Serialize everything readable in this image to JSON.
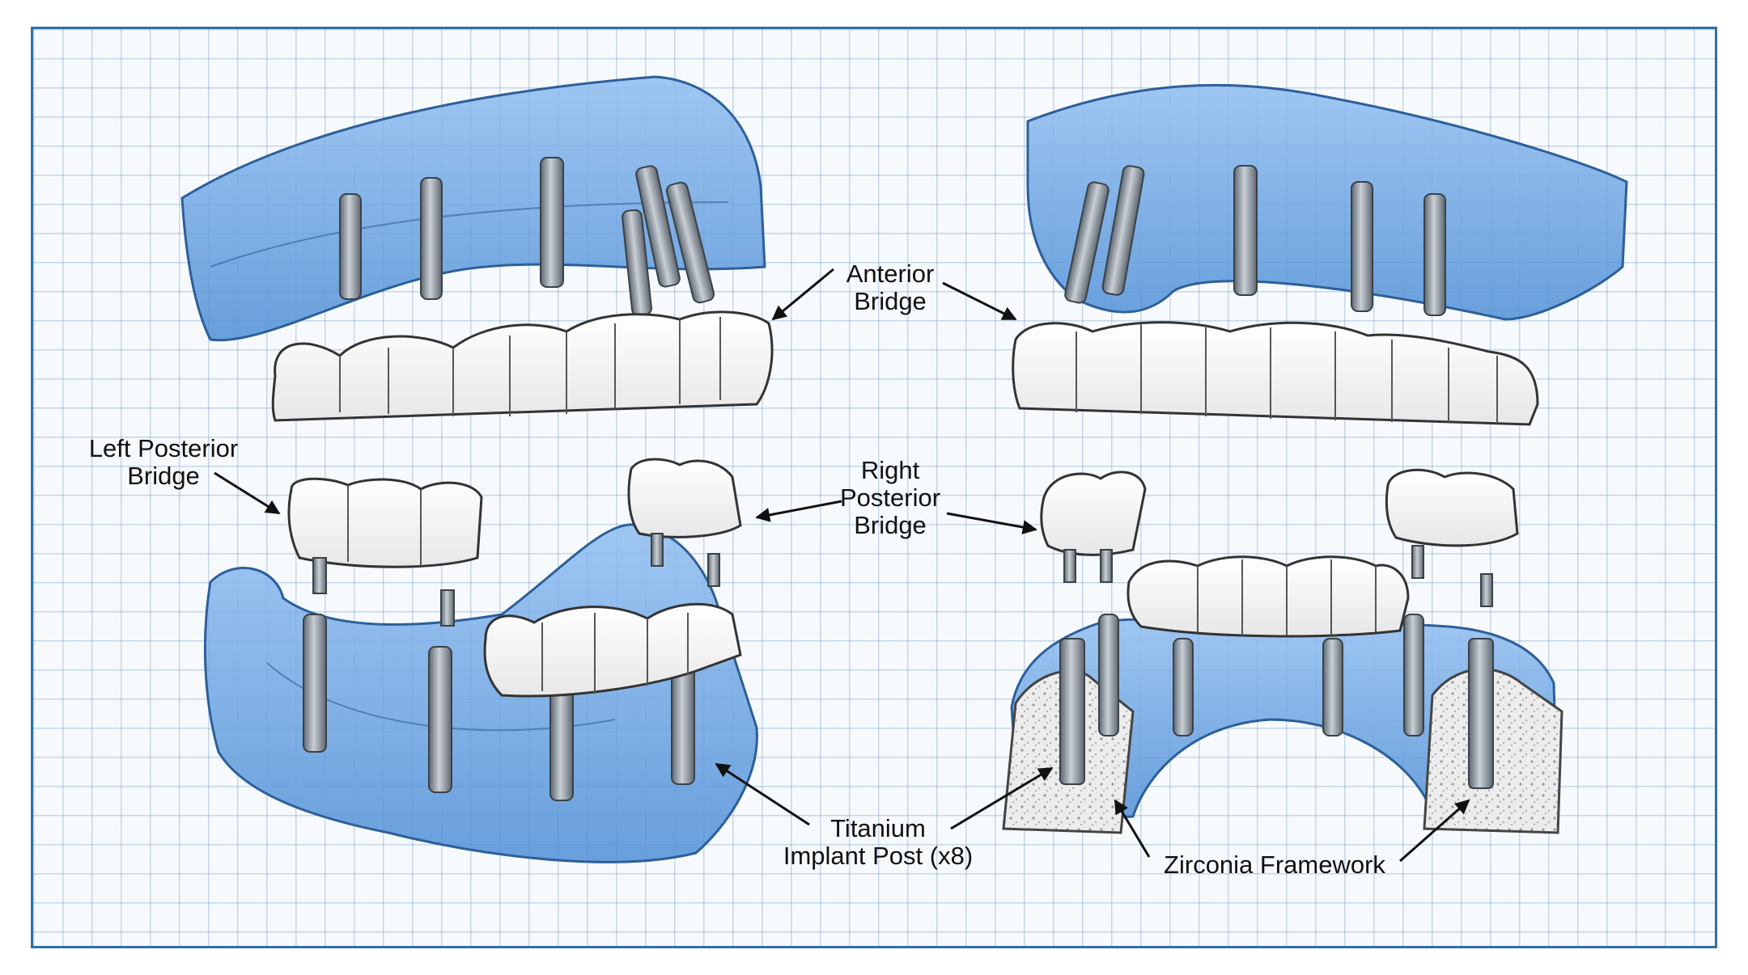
{
  "labels": {
    "anterior_bridge": "Anterior\nBridge",
    "left_posterior_bridge": "Left Posterior\nBridge",
    "right_posterior_bridge": "Right\nPosterior\nBridge",
    "titanium_implant_post": "Titanium\nImplant Post (x8)",
    "zirconia_framework": "Zirconia Framework"
  },
  "colors": {
    "gum_blue": "#6fa8e4",
    "gum_outline": "#2d5f9a",
    "tooth_white": "#fbfbfb",
    "implant_gray": "#8c96a0",
    "bone_gray": "#e6e6e6",
    "grid_blue": "#4678b4"
  }
}
